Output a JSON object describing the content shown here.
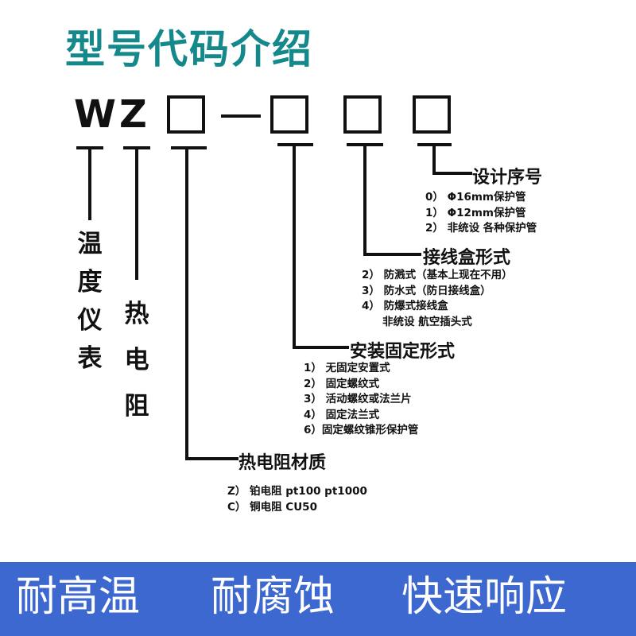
{
  "title": "型号代码介绍",
  "code": {
    "letters": [
      "W",
      "Z"
    ],
    "separator": "—"
  },
  "vertical_labels": {
    "w": "温度仪表",
    "z": "热电阻"
  },
  "groups": {
    "material": {
      "heading": "热电阻材质",
      "options": [
        "Z）  铂电阻 pt100   pt1000",
        "C）  铜电阻 CU50"
      ]
    },
    "mounting": {
      "heading": "安装固定形式",
      "options": [
        "1）  无固定安置式",
        "2）  固定螺纹式",
        "3）  活动螺纹或法兰片",
        "4）   固定法兰式",
        "6）固定螺纹锥形保护管"
      ]
    },
    "junction_box": {
      "heading": "接线盒形式",
      "options": [
        "2）  防溅式（基本上现在不用）",
        "3）  防水式（防日接线盒）",
        "4）  防爆式接线盒",
        "非统设 航空插头式"
      ]
    },
    "design_serial": {
      "heading": "设计序号",
      "options": [
        "0）  Φ16mm保护管",
        "1）  Φ12mm保护管",
        "2）  非统设 各种保护管"
      ]
    }
  },
  "banner": {
    "color": "#3d68d0",
    "items": [
      "耐高温",
      "耐腐蚀",
      "快速响应"
    ]
  },
  "colors": {
    "title": "#14888a",
    "lines": "#111111"
  }
}
